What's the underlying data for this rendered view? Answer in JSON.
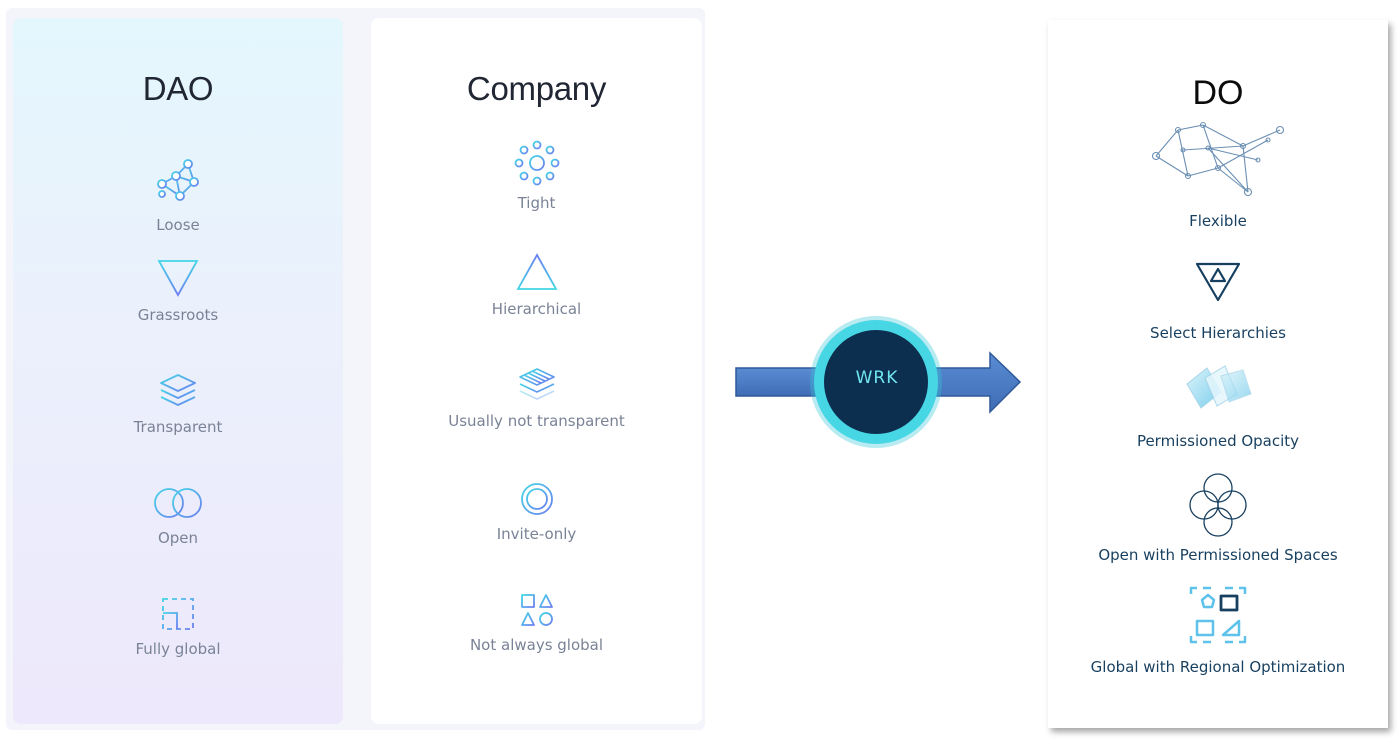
{
  "dao": {
    "title": "DAO",
    "items": [
      {
        "label": "Loose",
        "icon": "network-icon"
      },
      {
        "label": "Grassroots",
        "icon": "inverted-pyramid-icon"
      },
      {
        "label": "Transparent",
        "icon": "layers-icon"
      },
      {
        "label": "Open",
        "icon": "overlapping-circles-icon"
      },
      {
        "label": "Fully global",
        "icon": "dashed-squares-icon"
      }
    ]
  },
  "company": {
    "title": "Company",
    "items": [
      {
        "label": "Tight",
        "icon": "circle-cluster-icon"
      },
      {
        "label": "Hierarchical",
        "icon": "pyramid-icon"
      },
      {
        "label": "Usually not transparent",
        "icon": "striped-layers-icon"
      },
      {
        "label": "Invite-only",
        "icon": "ring-icon"
      },
      {
        "label": "Not always global",
        "icon": "shapes-icon"
      }
    ]
  },
  "center": {
    "label": "WRK"
  },
  "do": {
    "title": "DO",
    "items": [
      {
        "label": "Flexible",
        "icon": "flexible-network-icon"
      },
      {
        "label": "Select Hierarchies",
        "icon": "triangle-in-triangle-icon"
      },
      {
        "label": "Permissioned Opacity",
        "icon": "glass-panels-icon"
      },
      {
        "label": "Open with Permissioned Spaces",
        "icon": "venn-circles-icon"
      },
      {
        "label": "Global with Regional Optimization",
        "icon": "framed-shapes-icon"
      }
    ]
  },
  "colors": {
    "accent_cyan": "#4ad8e8",
    "accent_blue": "#4f7fc7",
    "navy": "#0a2f50",
    "do_text": "#173f5f"
  }
}
